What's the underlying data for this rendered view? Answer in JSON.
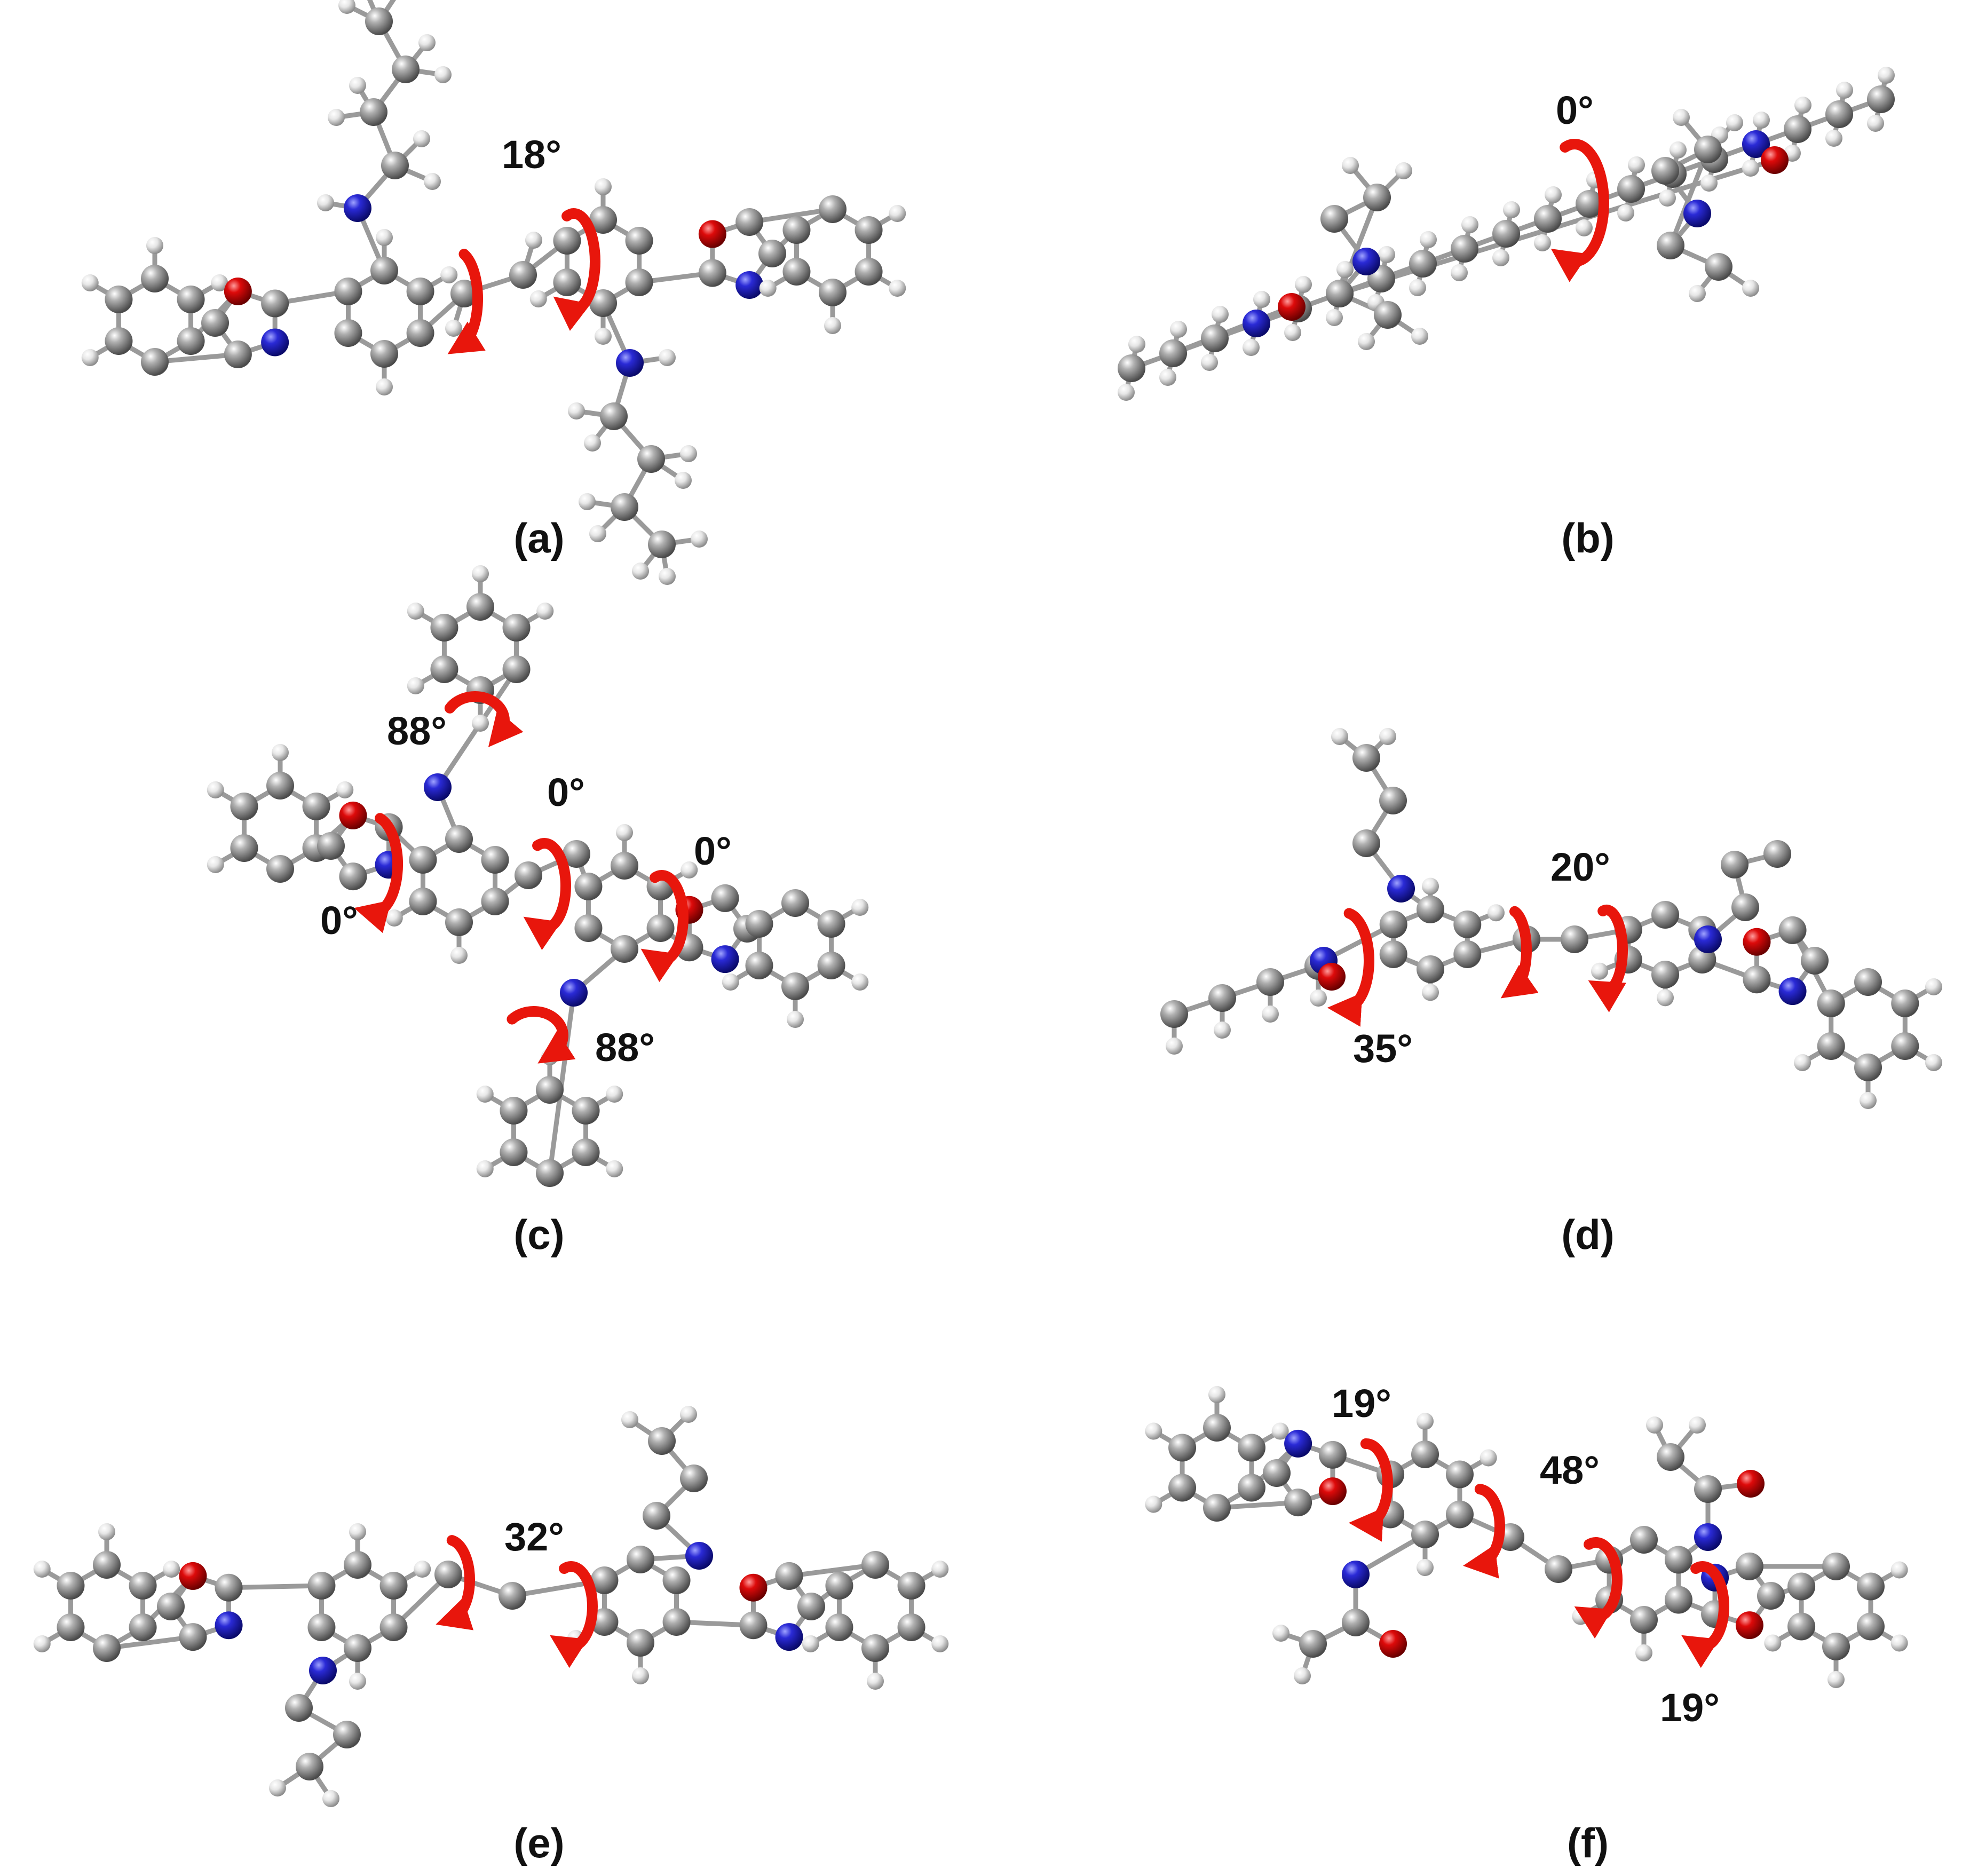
{
  "colors": {
    "carbon": "#7f7f7f",
    "hydrogen": "#d9d9d9",
    "nitrogen": "#1f1fc8",
    "oxygen": "#cc0000",
    "torsion_arrow": "#e8160c",
    "text": "#111111"
  },
  "panels": [
    {
      "caption": "(a)",
      "angles": [
        "18°"
      ]
    },
    {
      "caption": "(b)",
      "angles": [
        "0°"
      ]
    },
    {
      "caption": "(c)",
      "angles": [
        "88°",
        "0°",
        "0°",
        "0°",
        "88°"
      ]
    },
    {
      "caption": "(d)",
      "angles": [
        "20°",
        "35°"
      ]
    },
    {
      "caption": "(e)",
      "angles": [
        "32°"
      ]
    },
    {
      "caption": "(f)",
      "angles": [
        "19°",
        "48°",
        "19°"
      ]
    }
  ]
}
